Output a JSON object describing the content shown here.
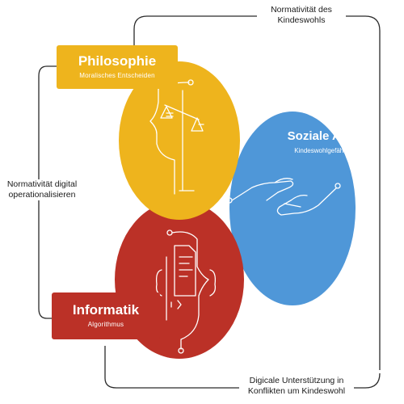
{
  "edges": {
    "top": "Normativität des Kindeswohls",
    "left": "Normativität digital operationalisieren",
    "bottom": "Digicale Unterstützung in Konflikten um Kindeswohl"
  },
  "disciplines": {
    "philosophie": {
      "title": "Philosophie",
      "subtitle": "Moralisches Entscheiden",
      "color": "#eeb41d"
    },
    "soziale_arbeit": {
      "title": "Soziale Arbeit",
      "subtitle": "Kindeswohlgefährdung",
      "color": "#4f97d8"
    },
    "informatik": {
      "title": "Informatik",
      "subtitle": "Algorithmus",
      "color": "#bb3127"
    }
  },
  "icons": {
    "philosophie": "head-profile-with-balance-scale-icon",
    "soziale_arbeit": "reaching-hands-icon",
    "informatik": "head-profile-with-code-document-icon"
  }
}
